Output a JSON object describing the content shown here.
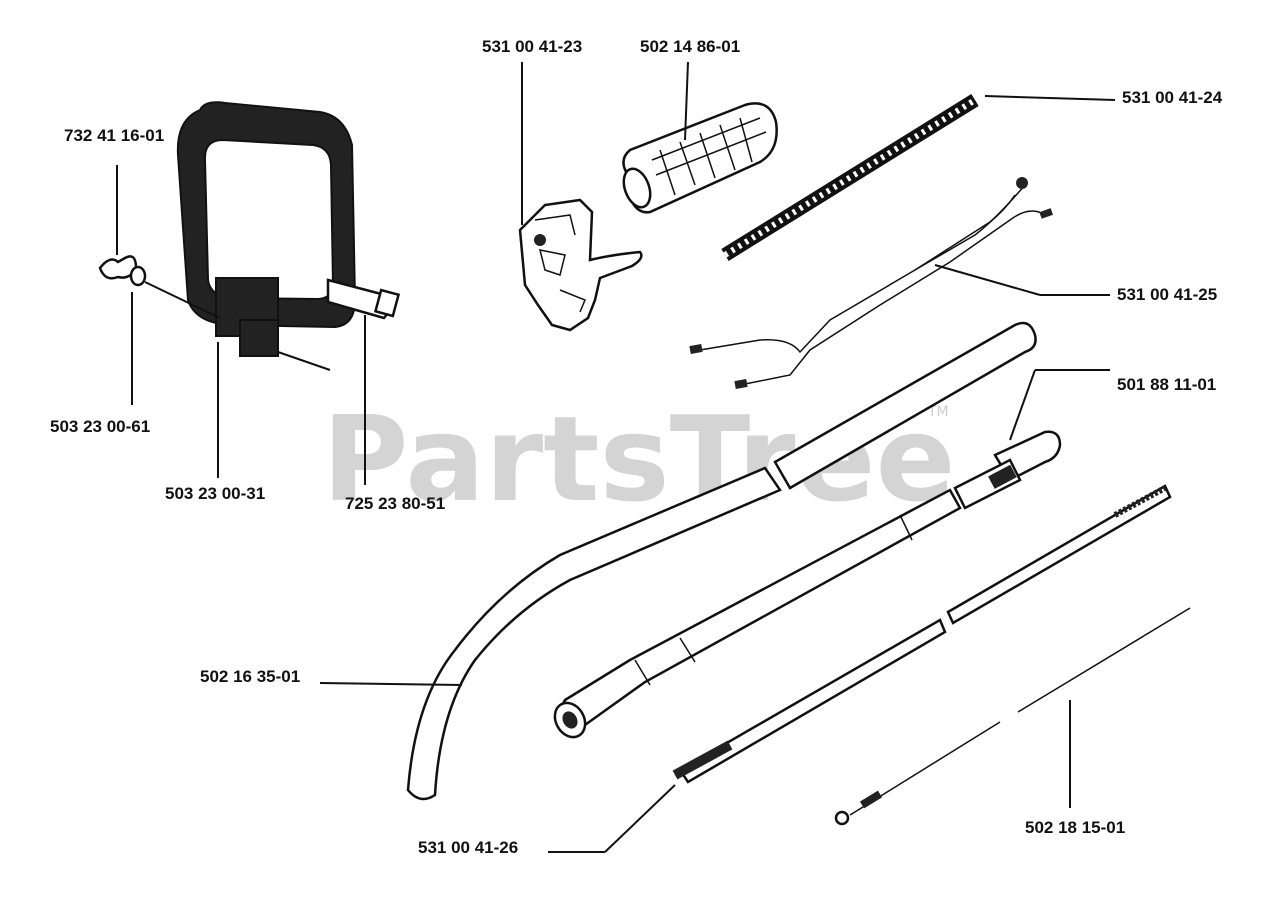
{
  "watermark": {
    "text": "PartsTree",
    "trademark": "TM"
  },
  "labels": {
    "p531_00_41_23": "531 00 41-23",
    "p502_14_86_01": "502 14 86-01",
    "p531_00_41_24": "531 00 41-24",
    "p732_41_16_01": "732 41 16-01",
    "p531_00_41_25": "531 00 41-25",
    "p501_88_11_01": "501 88 11-01",
    "p503_23_00_61": "503 23 00-61",
    "p503_23_00_31": "503 23 00-31",
    "p725_23_80_51": "725 23 80-51",
    "p502_16_35_01": "502 16 35-01",
    "p531_00_41_26": "531 00 41-26",
    "p502_18_15_01": "502 18 15-01"
  }
}
